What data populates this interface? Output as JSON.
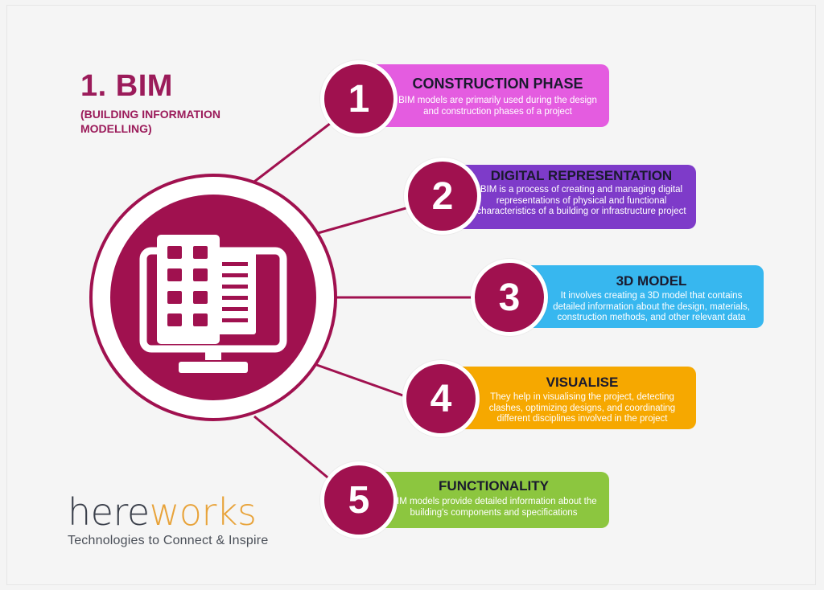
{
  "header": {
    "title": "1. BIM",
    "subtitle": "(BUILDING INFORMATION MODELLING)"
  },
  "central_icon": "building-monitor-icon",
  "colors": {
    "primary": "#a0114f",
    "card_1": "#e45ce0",
    "card_2": "#7e3bc9",
    "card_3": "#37b7ef",
    "card_4": "#f6a800",
    "card_5": "#8cc63f",
    "logo_accent": "#e8a33a"
  },
  "steps": [
    {
      "number": "1",
      "title": "CONSTRUCTION PHASE",
      "description": "BIM models are primarily used during the design and construction phases of a project"
    },
    {
      "number": "2",
      "title": "DIGITAL REPRESENTATION",
      "description": "BIM is a process of creating and managing digital representations of physical and functional characteristics of a building or infrastructure project"
    },
    {
      "number": "3",
      "title": "3D MODEL",
      "description": "It involves creating a 3D model that contains detailed information about the design, materials, construction methods, and other relevant data"
    },
    {
      "number": "4",
      "title": "VISUALISE",
      "description": "They help in visualising the project, detecting clashes, optimizing designs, and coordinating different disciplines involved in the project"
    },
    {
      "number": "5",
      "title": "FUNCTIONALITY",
      "description": "BIM models provide detailed information about the building's components and specifications"
    }
  ],
  "logo": {
    "word_part_1": "here",
    "word_part_2": "works",
    "tagline": "Technologies to Connect & Inspire"
  }
}
